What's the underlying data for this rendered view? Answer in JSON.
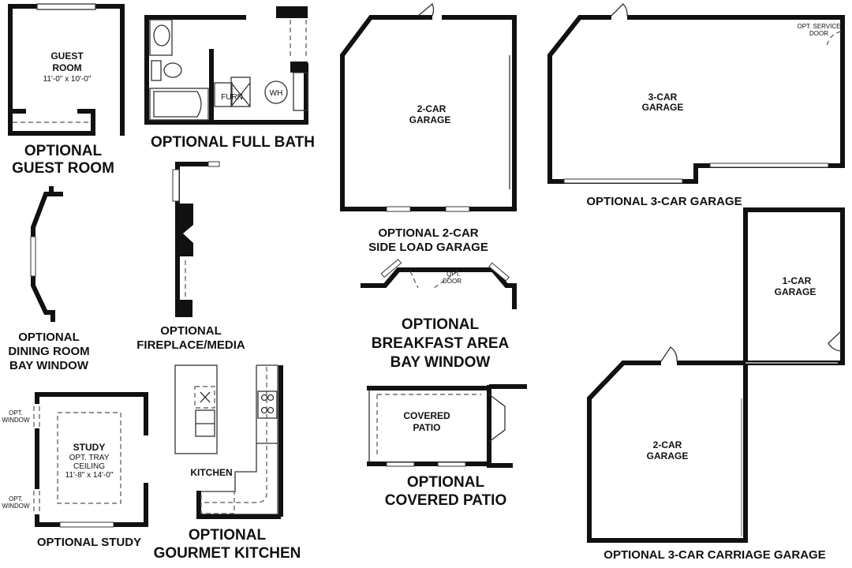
{
  "plans": {
    "guest_room": {
      "title_1": "OPTIONAL",
      "title_2": "GUEST ROOM",
      "room": "GUEST",
      "room_2": "ROOM",
      "size": "11'-0\" x 10'-0\""
    },
    "full_bath": {
      "title": "OPTIONAL FULL BATH",
      "furnace": "FURN",
      "water_heater": "WH"
    },
    "side_load_garage": {
      "title_1": "OPTIONAL 2-CAR",
      "title_2": "SIDE LOAD GARAGE",
      "room_1": "2-CAR",
      "room_2": "GARAGE"
    },
    "three_car_garage": {
      "title": "OPTIONAL 3-CAR GARAGE",
      "room_1": "3-CAR",
      "room_2": "GARAGE",
      "door_1": "OPT. SERVICE",
      "door_2": "DOOR"
    },
    "dining_bay": {
      "title_1": "OPTIONAL",
      "title_2": "DINING ROOM",
      "title_3": "BAY WINDOW"
    },
    "fireplace": {
      "title_1": "OPTIONAL",
      "title_2": "FIREPLACE/MEDIA"
    },
    "breakfast_bay": {
      "title_1": "OPTIONAL",
      "title_2": "BREAKFAST AREA",
      "title_3": "BAY WINDOW",
      "door_1": "OPT.",
      "door_2": "DOOR"
    },
    "covered_patio": {
      "title_1": "OPTIONAL",
      "title_2": "COVERED PATIO",
      "room_1": "COVERED",
      "room_2": "PATIO"
    },
    "study": {
      "title": "OPTIONAL STUDY",
      "room": "STUDY",
      "ceiling_1": "OPT. TRAY",
      "ceiling_2": "CEILING",
      "size": "11'-8\" x 14'-0\"",
      "window_1a": "OPT.",
      "window_1b": "WINDOW",
      "window_2a": "OPT.",
      "window_2b": "WINDOW"
    },
    "kitchen": {
      "title_1": "OPTIONAL",
      "title_2": "GOURMET KITCHEN",
      "room": "KITCHEN"
    },
    "carriage_garage": {
      "title": "OPTIONAL 3-CAR CARRIAGE GARAGE",
      "one_car_1": "1-CAR",
      "one_car_2": "GARAGE",
      "two_car_1": "2-CAR",
      "two_car_2": "GARAGE"
    }
  }
}
